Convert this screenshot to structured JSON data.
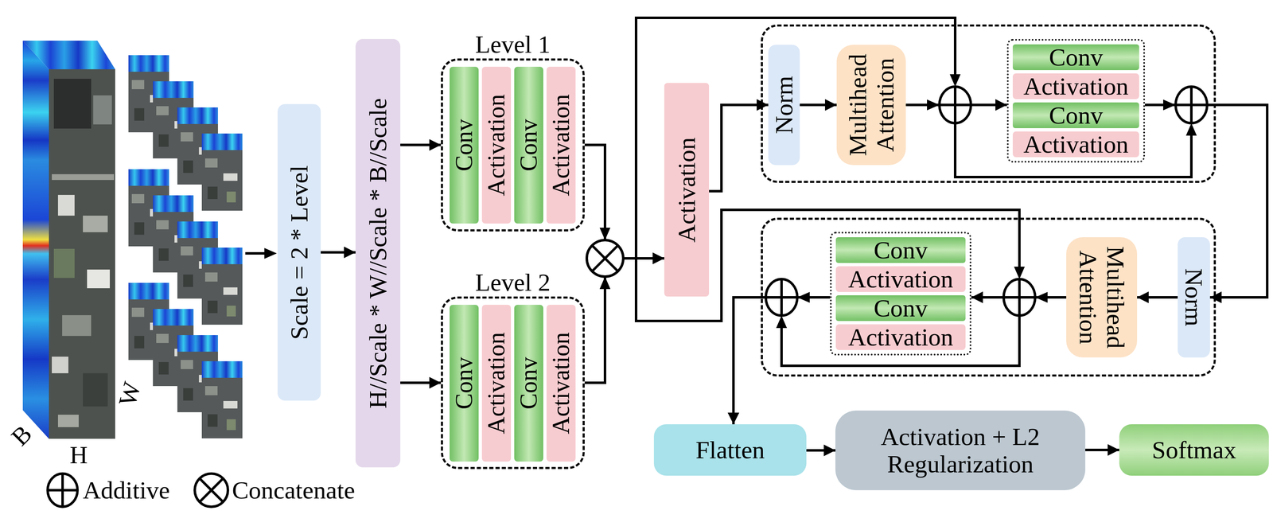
{
  "diagram": {
    "nodes": [
      {
        "text": [
          "Scale = 2 * Level"
        ]
      },
      {
        "text": [
          "H//Scale * W//Scale * B//Scale"
        ]
      },
      {
        "text": [
          "Level 1"
        ]
      },
      {
        "text": [
          "Conv"
        ],
        "in": 2
      },
      {
        "text": [
          "Activation"
        ],
        "in": 2
      },
      {
        "text": [
          "Conv"
        ],
        "in": 2
      },
      {
        "text": [
          "Activation"
        ],
        "in": 2
      },
      {
        "text": [
          "Level 2"
        ]
      },
      {
        "text": [
          "Conv"
        ],
        "in": 7
      },
      {
        "text": [
          "Activation"
        ],
        "in": 7
      },
      {
        "text": [
          "Conv"
        ],
        "in": 7
      },
      {
        "text": [
          "Activation"
        ],
        "in": 7
      },
      {
        "text": [
          "Activation"
        ]
      },
      {
        "text": []
      },
      {
        "text": [
          "Norm"
        ],
        "in": 13
      },
      {
        "text": [
          "Multihead Attention"
        ],
        "in": 13
      },
      {
        "text": [],
        "in": 13
      },
      {
        "text": [
          "Conv"
        ],
        "in": 16
      },
      {
        "text": [
          "Activation"
        ],
        "in": 16
      },
      {
        "text": [
          "Conv"
        ],
        "in": 16
      },
      {
        "text": [
          "Activation"
        ],
        "in": 16
      },
      {
        "text": []
      },
      {
        "text": [
          "Norm"
        ],
        "in": 21
      },
      {
        "text": [
          "Multihead Attention"
        ],
        "in": 21
      },
      {
        "text": [],
        "in": 21
      },
      {
        "text": [
          "Conv"
        ],
        "in": 24
      },
      {
        "text": [
          "Activation"
        ],
        "in": 24
      },
      {
        "text": [
          "Conv"
        ],
        "in": 24
      },
      {
        "text": [
          "Activation"
        ],
        "in": 24
      },
      {
        "text": [
          "Flatten"
        ]
      },
      {
        "text": [
          "Activation + L2 Regularization"
        ]
      },
      {
        "text": [
          "Softmax"
        ]
      }
    ],
    "edges": [
      {
        "from": 0,
        "to": 1,
        "arrow": "to"
      },
      {
        "from": 1,
        "to": 2,
        "arrow": "to"
      },
      {
        "from": 1,
        "to": 7,
        "arrow": "to"
      },
      {
        "from": 2,
        "to": 12,
        "arrow": "to"
      },
      {
        "from": 7,
        "to": 12,
        "arrow": "to"
      },
      {
        "from": 12,
        "to": 14,
        "arrow": "to"
      },
      {
        "from": 14,
        "to": 15,
        "arrow": "to"
      },
      {
        "from": 15,
        "to": 16,
        "arrow": "to"
      },
      {
        "from": 16,
        "to": 22,
        "arrow": "to"
      },
      {
        "from": 22,
        "to": 23,
        "arrow": "to"
      },
      {
        "from": 23,
        "to": 24,
        "arrow": "to"
      },
      {
        "from": 24,
        "to": 29,
        "arrow": "to"
      },
      {
        "from": 29,
        "to": 30,
        "arrow": "to"
      },
      {
        "from": 30,
        "to": 31,
        "arrow": "to"
      }
    ],
    "labels": [
      "B",
      "W",
      "H"
    ],
    "legend": [
      {
        "text": "Additive"
      },
      {
        "text": "Concatenate"
      }
    ]
  }
}
